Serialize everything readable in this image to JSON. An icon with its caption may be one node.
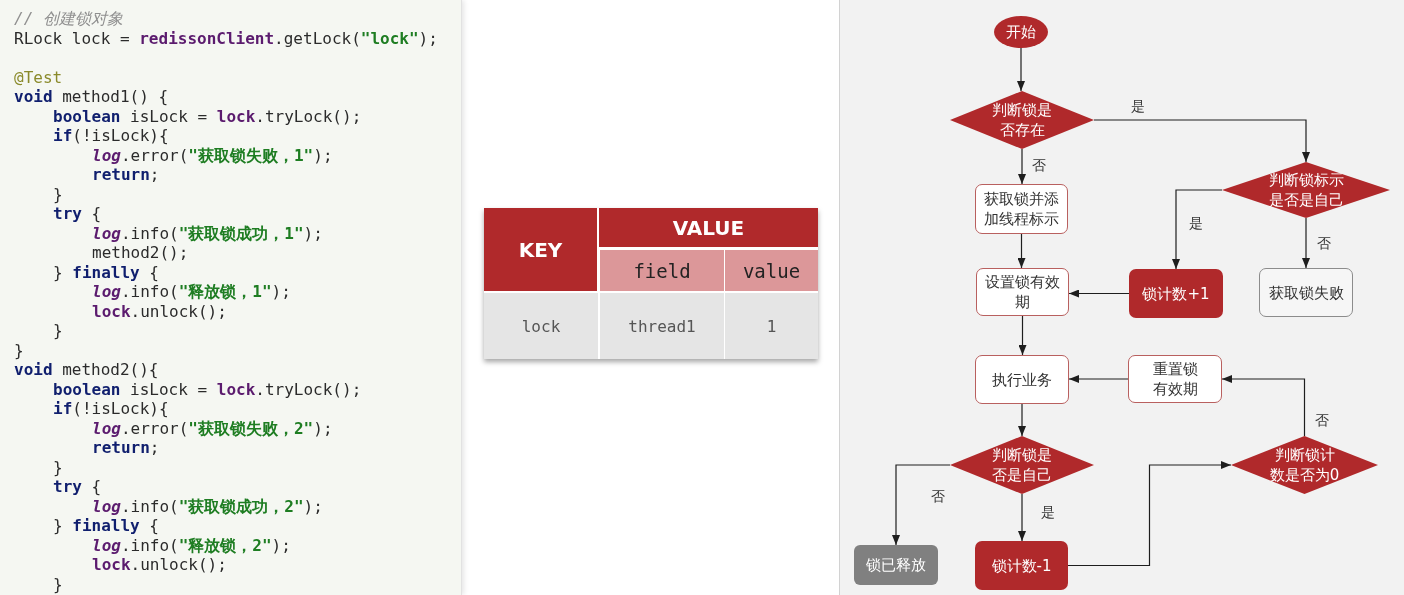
{
  "diagram": {
    "nodes": [
      {
        "text": [
          "开始"
        ]
      },
      {
        "text": [
          "判断锁是否存在"
        ]
      },
      {
        "text": [
          "获取锁并添加线程标示"
        ]
      },
      {
        "text": [
          "判断锁标示是否是自己"
        ]
      },
      {
        "text": [
          "设置锁有效期"
        ]
      },
      {
        "text": [
          "锁计数+1"
        ]
      },
      {
        "text": [
          "获取锁失败"
        ]
      },
      {
        "text": [
          "执行业务"
        ]
      },
      {
        "text": [
          "重置锁有效期"
        ]
      },
      {
        "text": [
          "判断锁是否是自己"
        ]
      },
      {
        "text": [
          "判断锁计数是否为0"
        ]
      },
      {
        "text": [
          "锁已释放"
        ]
      },
      {
        "text": [
          "锁计数-1"
        ]
      }
    ],
    "edges": [
      {
        "from": 0,
        "to": 1,
        "arrow": "to"
      },
      {
        "from": 1,
        "to": 3,
        "arrow": "to",
        "label": "是"
      },
      {
        "from": 1,
        "to": 2,
        "arrow": "to",
        "label": "否"
      },
      {
        "from": 2,
        "to": 4,
        "arrow": "to"
      },
      {
        "from": 3,
        "to": 5,
        "arrow": "to",
        "label": "是"
      },
      {
        "from": 3,
        "to": 6,
        "arrow": "to",
        "label": "否"
      },
      {
        "from": 5,
        "to": 4,
        "arrow": "to"
      },
      {
        "from": 4,
        "to": 7,
        "arrow": "to"
      },
      {
        "from": 8,
        "to": 7,
        "arrow": "to"
      },
      {
        "from": 7,
        "to": 9,
        "arrow": "to"
      },
      {
        "from": 9,
        "to": 11,
        "arrow": "to",
        "label": "否"
      },
      {
        "from": 9,
        "to": 12,
        "arrow": "to",
        "label": "是"
      },
      {
        "from": 12,
        "to": 10,
        "arrow": "to"
      },
      {
        "from": 10,
        "to": 8,
        "arrow": "to",
        "label": "否"
      }
    ],
    "labels": [
      "// 创建锁对象",
      "RLock lock = **redissonClient**.getLock(**\"lock\"**);",
      "@Test",
      "**void** method1() {",
      "**boolean** isLock = **lock**.tryLock();",
      "**if**(!isLock){",
      "*log*.error(**\"获取锁失败，1\"**);",
      "**return**;",
      "}",
      "**try** {",
      "*log*.info(**\"获取锁成功，1\"**);",
      "method2();",
      "} **finally** {",
      "*log*.info(**\"释放锁，1\"**);",
      "**lock**.unlock();",
      "}",
      "}",
      "**void** method2(){",
      "**boolean** isLock = **lock**.tryLock();",
      "**if**(!isLock){",
      "*log*.error(**\"获取锁失败，2\"**);",
      "**return**;",
      "}",
      "**try** {",
      "*log*.info(**\"获取锁成功，2\"**);",
      "} **finally** {",
      "*log*.info(**\"释放锁，2\"**);",
      "**lock**.unlock();",
      "}",
      "KEY",
      "VALUE",
      "field",
      "value",
      "lock",
      "thread1",
      "1"
    ]
  }
}
